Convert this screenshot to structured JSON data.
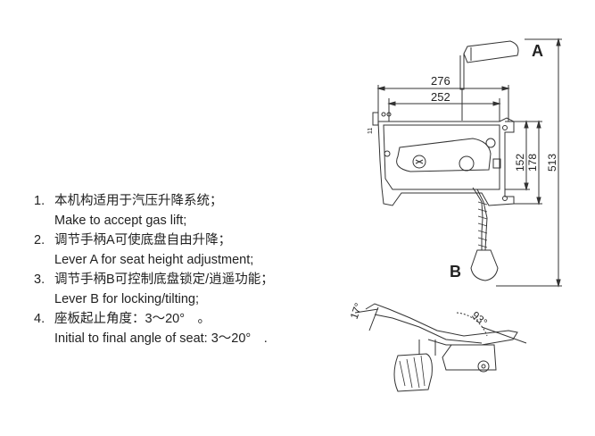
{
  "notes": [
    {
      "number": "1.",
      "zh": "本机构适用于汽压升降系统；",
      "en": "Make to accept gas lift;"
    },
    {
      "number": "2.",
      "zh": "调节手柄A可使底盘自由升降；",
      "en": "Lever A for seat height adjustment;"
    },
    {
      "number": "3.",
      "zh": "调节手柄B可控制底盘锁定/逍遥功能；",
      "en": "Lever B for locking/tilting;"
    },
    {
      "number": "4.",
      "zh": "座板起止角度：3～20°　。",
      "en": "Initial to final angle of seat: 3～20°　."
    }
  ],
  "drawing": {
    "lever_a_label": "A",
    "lever_b_label": "B",
    "dimensions": {
      "width_outer": "276",
      "width_inner": "252",
      "height_152": "152",
      "height_178": "178",
      "height_513": "513",
      "side_small": "11"
    },
    "angles": {
      "tilt": "17°",
      "swing": "93°"
    }
  }
}
